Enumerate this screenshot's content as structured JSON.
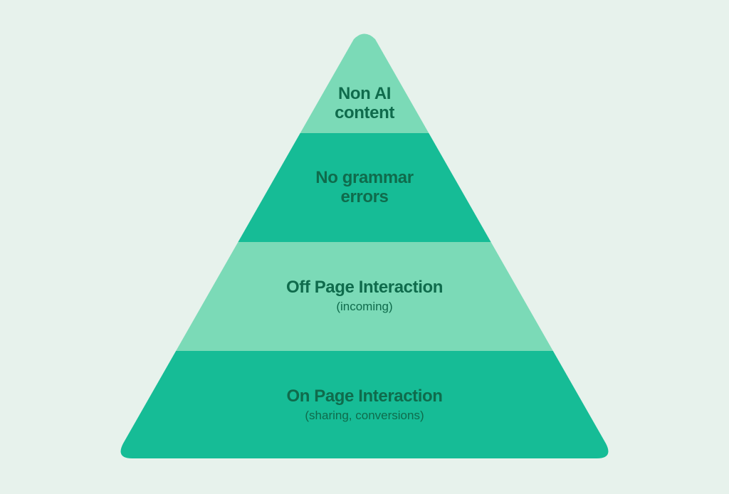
{
  "colors": {
    "background": "#e7f2ec",
    "light_band": "#7bdab7",
    "dark_band": "#16bc96",
    "text": "#0f6b4c"
  },
  "levels": [
    {
      "title_line1": "Non AI",
      "title_line2": "content"
    },
    {
      "title_line1": "No grammar",
      "title_line2": "errors"
    },
    {
      "title": "Off Page Interaction",
      "subtitle": "(incoming)"
    },
    {
      "title": "On Page Interaction",
      "subtitle": "(sharing, conversions)"
    }
  ]
}
